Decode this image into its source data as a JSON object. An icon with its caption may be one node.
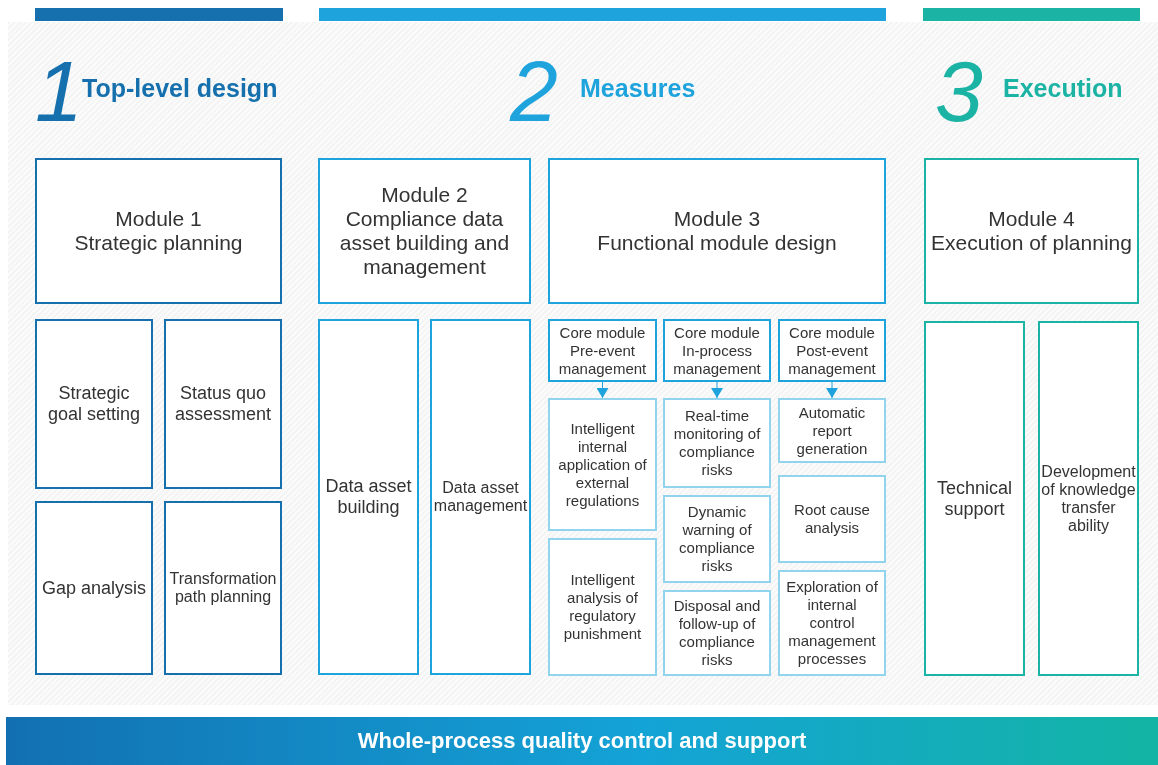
{
  "diagram": {
    "nodes": [
      {
        "text": [
          "Module 1",
          "Strategic planning"
        ]
      },
      {
        "text": [
          "Strategic goal setting"
        ]
      },
      {
        "text": [
          "Status quo assessment"
        ]
      },
      {
        "text": [
          "Gap analysis"
        ]
      },
      {
        "text": [
          "Transformation path planning"
        ]
      },
      {
        "text": [
          "Module 2",
          "Compliance data asset building and management"
        ]
      },
      {
        "text": [
          "Data asset building"
        ]
      },
      {
        "text": [
          "Data asset management"
        ]
      },
      {
        "text": [
          "Module 3",
          "Functional module design"
        ]
      },
      {
        "text": [
          "Core module",
          "Pre-event management"
        ]
      },
      {
        "text": [
          "Core module",
          "In-process management"
        ]
      },
      {
        "text": [
          "Core module",
          "Post-event management"
        ]
      },
      {
        "text": [
          "Intelligent internal application of external regulations"
        ]
      },
      {
        "text": [
          "Intelligent analysis of regulatory punishment"
        ]
      },
      {
        "text": [
          "Real-time monitoring of compliance risks"
        ]
      },
      {
        "text": [
          "Dynamic warning of compliance risks"
        ]
      },
      {
        "text": [
          "Disposal and follow-up of compliance risks"
        ]
      },
      {
        "text": [
          "Automatic report generation"
        ]
      },
      {
        "text": [
          "Root cause analysis"
        ]
      },
      {
        "text": [
          "Exploration of internal control management processes"
        ]
      },
      {
        "text": [
          "Module 4",
          "Execution of planning"
        ]
      },
      {
        "text": [
          "Technical support"
        ]
      },
      {
        "text": [
          "Development of knowledge transfer ability"
        ]
      },
      {
        "text": [
          "Whole-process quality control and support"
        ]
      }
    ],
    "edges": [
      {
        "from": 9,
        "to": 12,
        "arrow": "to"
      },
      {
        "from": 10,
        "to": 14,
        "arrow": "to"
      },
      {
        "from": 11,
        "to": 17,
        "arrow": "to"
      }
    ],
    "labels": [
      "1",
      "Top-level design",
      "2",
      "Measures",
      "3",
      "Execution"
    ]
  }
}
